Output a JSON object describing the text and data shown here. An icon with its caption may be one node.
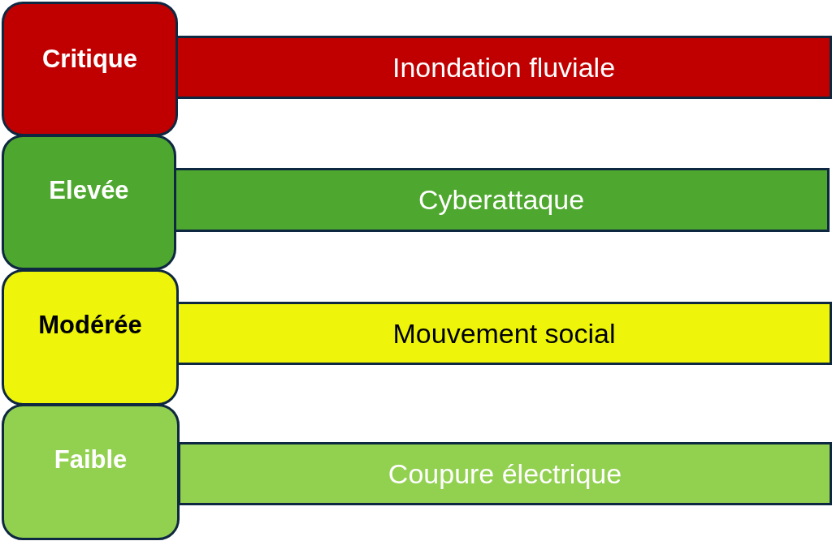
{
  "diagram": {
    "nodes": [
      {
        "text": [
          "Critique"
        ]
      },
      {
        "text": [
          "Inondation fluviale"
        ]
      },
      {
        "text": [
          "Elevée"
        ]
      },
      {
        "text": [
          "Cyberattaque"
        ]
      },
      {
        "text": [
          "Modérée"
        ]
      },
      {
        "text": [
          "Mouvement social"
        ]
      },
      {
        "text": [
          "Faible"
        ]
      },
      {
        "text": [
          "Coupure électrique"
        ]
      }
    ],
    "edges": []
  }
}
